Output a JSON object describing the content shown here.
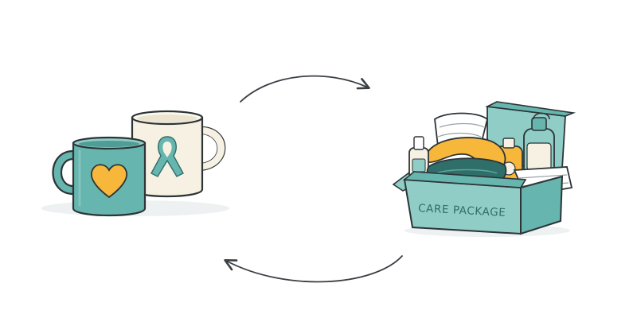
{
  "illustration": {
    "box_label": "CARE PACKAGE"
  },
  "colors": {
    "teal": "#66b5ae",
    "teal_light": "#8fcdc6",
    "teal_dark": "#2f6e69",
    "cream": "#f6f1e2",
    "yellow": "#f7b73b",
    "outline": "#2d3436",
    "arrow": "#3a3f44"
  },
  "icons": {
    "mugs": "mugs-illustration",
    "care_package": "care-package-box-illustration",
    "arrow_top": "curved-arrow-right-icon",
    "arrow_bottom": "curved-arrow-left-icon"
  }
}
